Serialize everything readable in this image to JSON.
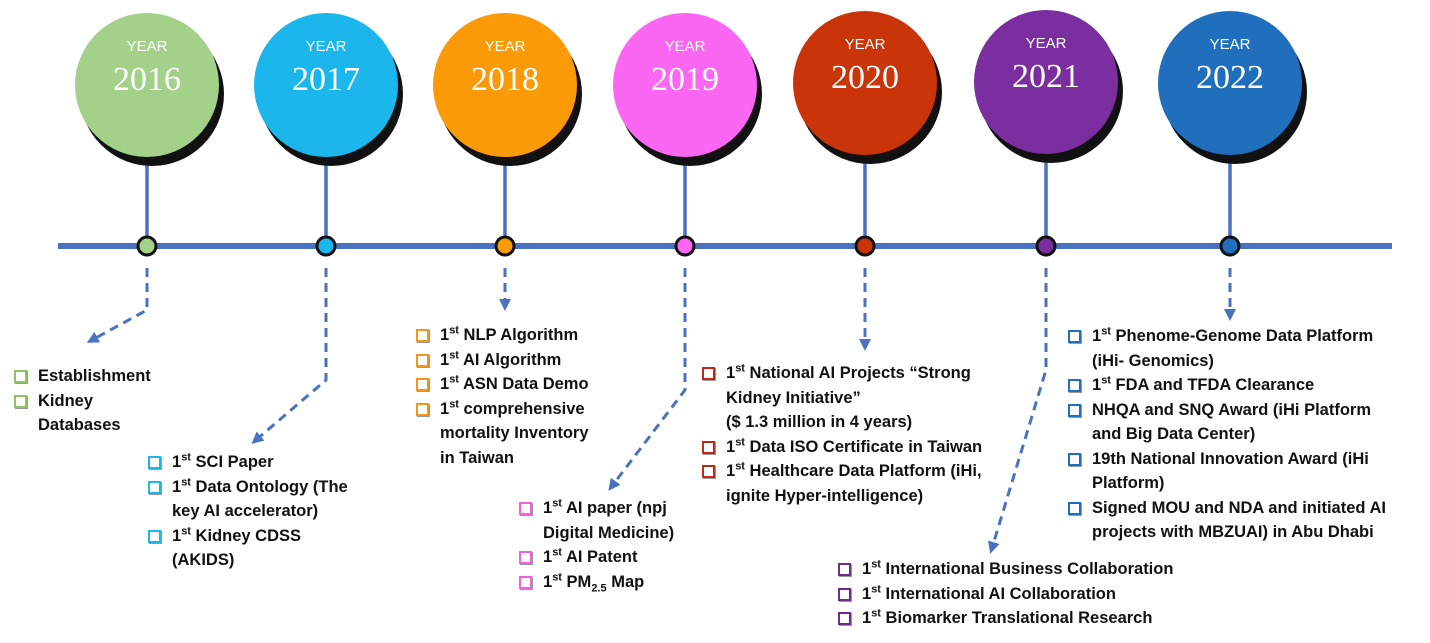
{
  "colors": {
    "line": "#4a72c0",
    "shadow": "#111111",
    "connector": "#4a72c0"
  },
  "year_prefix": "YEAR",
  "years": [
    {
      "year": "2016",
      "color": "#a3d18a",
      "box": "#8cc65e",
      "items": [
        {
          "parts": [
            [
              "",
              "Establishment"
            ]
          ]
        },
        {
          "parts": [
            [
              "",
              "Kidney\nDatabases"
            ]
          ]
        }
      ]
    },
    {
      "year": "2017",
      "color": "#1ab6ec",
      "box": "#1ab6ec",
      "items": [
        {
          "parts": [
            [
              "",
              "1"
            ],
            [
              "sup",
              "st"
            ],
            [
              "",
              " SCI Paper"
            ]
          ]
        },
        {
          "parts": [
            [
              "",
              "1"
            ],
            [
              "sup",
              "st"
            ],
            [
              "",
              " Data Ontology (The\nkey AI  accelerator)"
            ]
          ]
        },
        {
          "parts": [
            [
              "",
              "1"
            ],
            [
              "sup",
              "st"
            ],
            [
              "",
              " Kidney CDSS\n(AKIDS)"
            ]
          ]
        }
      ]
    },
    {
      "year": "2018",
      "color": "#fb9a07",
      "box": "#f7941e",
      "items": [
        {
          "parts": [
            [
              "",
              "1"
            ],
            [
              "sup",
              "st"
            ],
            [
              "",
              " NLP Algorithm"
            ]
          ]
        },
        {
          "parts": [
            [
              "",
              "1"
            ],
            [
              "sup",
              "st"
            ],
            [
              "",
              " AI Algorithm"
            ]
          ]
        },
        {
          "parts": [
            [
              "",
              "1"
            ],
            [
              "sup",
              "st"
            ],
            [
              "",
              " ASN Data Demo"
            ]
          ]
        },
        {
          "parts": [
            [
              "",
              "1"
            ],
            [
              "sup",
              "st"
            ],
            [
              "",
              " comprehensive\nmortality Inventory\nin Taiwan"
            ]
          ]
        }
      ]
    },
    {
      "year": "2019",
      "color": "#fb66f2",
      "box": "#f060e0",
      "items": [
        {
          "parts": [
            [
              "",
              "1"
            ],
            [
              "sup",
              "st"
            ],
            [
              "",
              " AI paper (npj\nDigital Medicine)"
            ]
          ]
        },
        {
          "parts": [
            [
              "",
              "1"
            ],
            [
              "sup",
              "st"
            ],
            [
              "",
              " AI Patent"
            ]
          ]
        },
        {
          "parts": [
            [
              "",
              "1"
            ],
            [
              "sup",
              "st"
            ],
            [
              "",
              " PM"
            ],
            [
              "sub",
              "2.5"
            ],
            [
              "",
              " Map"
            ]
          ]
        }
      ]
    },
    {
      "year": "2020",
      "color": "#c93408",
      "box": "#c0281a",
      "items": [
        {
          "parts": [
            [
              "",
              "1"
            ],
            [
              "sup",
              "st"
            ],
            [
              "",
              " National AI Projects “Strong\nKidney Initiative”\n ($ 1.3 million in 4 years)"
            ]
          ]
        },
        {
          "parts": [
            [
              "",
              "1"
            ],
            [
              "sup",
              "st"
            ],
            [
              "",
              " Data ISO Certificate in Taiwan"
            ]
          ]
        },
        {
          "parts": [
            [
              "",
              "1"
            ],
            [
              "sup",
              "st"
            ],
            [
              "",
              " Healthcare Data Platform (iHi,\nignite Hyper-intelligence)"
            ]
          ]
        }
      ]
    },
    {
      "year": "2021",
      "color": "#7a2ea0",
      "box": "#6e2a8e",
      "items": [
        {
          "parts": [
            [
              "",
              "1"
            ],
            [
              "sup",
              "st"
            ],
            [
              "",
              " International Business Collaboration"
            ]
          ]
        },
        {
          "parts": [
            [
              "",
              "1"
            ],
            [
              "sup",
              "st"
            ],
            [
              "",
              " International AI Collaboration"
            ]
          ]
        },
        {
          "parts": [
            [
              "",
              "1"
            ],
            [
              "sup",
              "st"
            ],
            [
              "",
              " Biomarker Translational Research"
            ]
          ]
        }
      ]
    },
    {
      "year": "2022",
      "color": "#1f6fbd",
      "box": "#1f6fbd",
      "items": [
        {
          "parts": [
            [
              "",
              "1"
            ],
            [
              "sup",
              "st"
            ],
            [
              "",
              " Phenome-Genome Data Platform\n(iHi- Genomics)"
            ]
          ]
        },
        {
          "parts": [
            [
              "",
              "1"
            ],
            [
              "sup",
              "st"
            ],
            [
              "",
              " FDA and TFDA Clearance"
            ]
          ]
        },
        {
          "parts": [
            [
              "",
              "NHQA and SNQ Award (iHi Platform\nand Big Data Center)"
            ]
          ]
        },
        {
          "parts": [
            [
              "",
              "19th National Innovation Award (iHi\nPlatform)"
            ]
          ]
        },
        {
          "parts": [
            [
              "",
              "Signed MOU and NDA and initiated AI\nprojects with MBZUAI) in Abu Dhabi"
            ]
          ]
        }
      ]
    }
  ]
}
